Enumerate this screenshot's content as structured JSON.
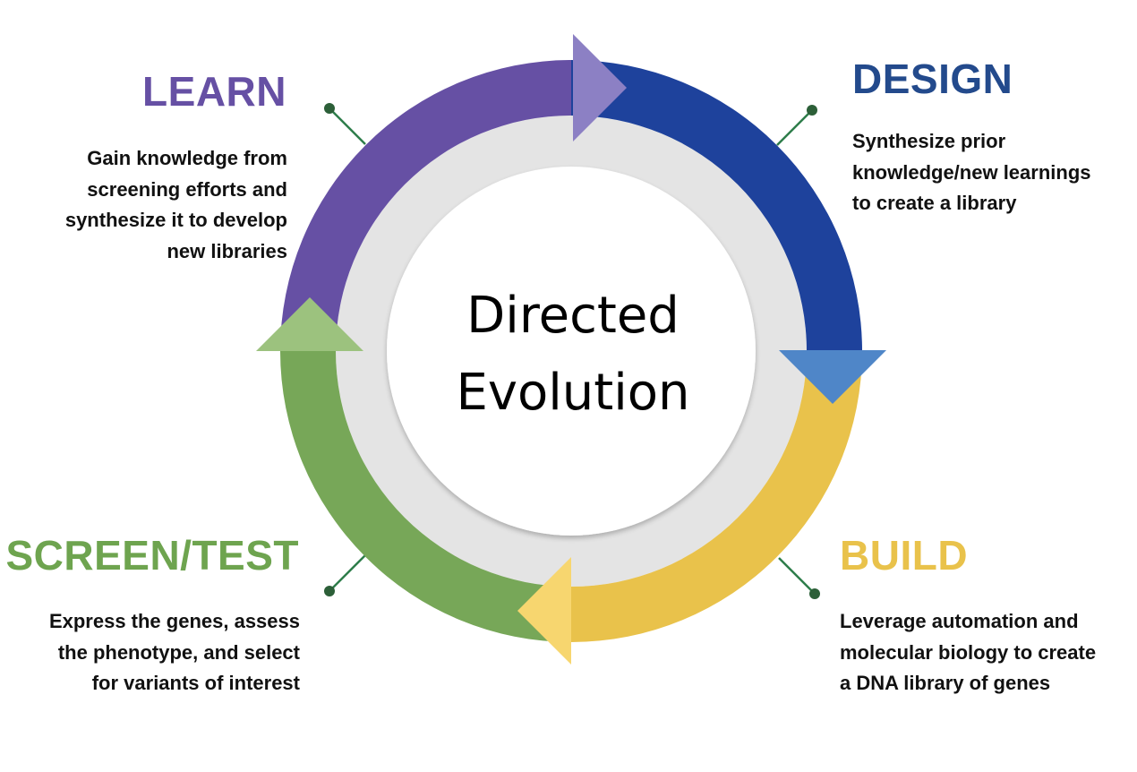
{
  "center_title": [
    "Directed",
    "Evolution"
  ],
  "stages": {
    "learn": {
      "title": "LEARN",
      "description": [
        "Gain knowledge from",
        "screening efforts and",
        "synthesize it to develop",
        "new libraries"
      ],
      "color": "#6650A4",
      "arrow_color": "#8C80C4"
    },
    "design": {
      "title": "DESIGN",
      "description": [
        "Synthesize prior",
        "knowledge/new learnings",
        "to create a library"
      ],
      "color": "#1E429C",
      "title_color": "#234A8C",
      "arrow_color": "#4F86C8"
    },
    "build": {
      "title": "BUILD",
      "description": [
        "Leverage automation and",
        "molecular biology to create",
        "a DNA library of genes"
      ],
      "color": "#E9C24B",
      "arrow_color": "#F7D66F"
    },
    "screen_test": {
      "title": "SCREEN/TEST",
      "description": [
        "Express the genes, assess",
        "the phenotype, and select",
        "for variants of interest"
      ],
      "color": "#77A758",
      "title_color": "#6EA44F",
      "arrow_color": "#9CC27E"
    }
  },
  "colors": {
    "inner_ring": "#E4E4E4",
    "center_fill": "#FFFFFF",
    "connector": "#2E7D4A",
    "connector_dot": "#2C5F38"
  }
}
